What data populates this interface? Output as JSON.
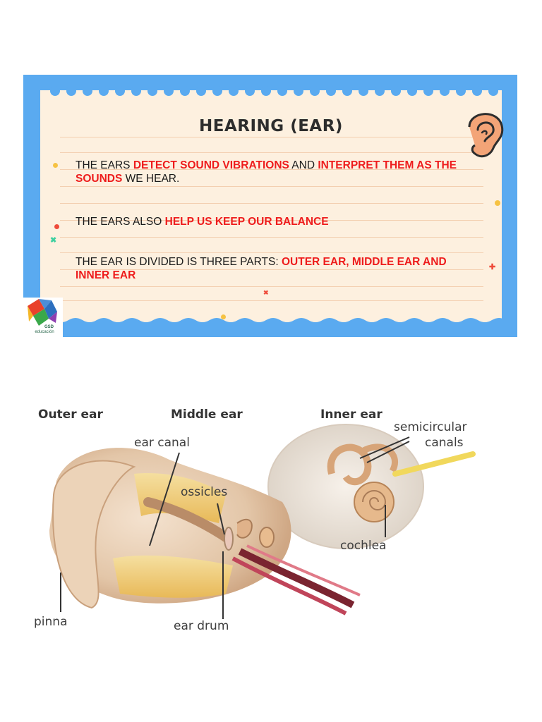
{
  "slide": {
    "title": "HEARING (EAR)",
    "bullets": [
      {
        "parts": [
          {
            "text": "THE EARS ",
            "highlight": false
          },
          {
            "text": "DETECT SOUND VIBRATIONS",
            "highlight": true
          },
          {
            "text": " AND ",
            "highlight": false
          },
          {
            "text": "INTERPRET THEM AS THE SOUNDS",
            "highlight": true
          },
          {
            "text": " WE HEAR.",
            "highlight": false
          }
        ]
      },
      {
        "parts": [
          {
            "text": "THE EARS ALSO ",
            "highlight": false
          },
          {
            "text": "HELP US KEEP OUR BALANCE",
            "highlight": true
          }
        ]
      },
      {
        "parts": [
          {
            "text": "THE EAR IS DIVIDED IS THREE PARTS: ",
            "highlight": false
          },
          {
            "text": "OUTER EAR, MIDDLE EAR AND INNER EAR",
            "highlight": true
          }
        ]
      }
    ],
    "logo": {
      "brand": "GSD",
      "subtitle": "educación"
    },
    "colors": {
      "frame": "#5aaaf0",
      "paper": "#fdf0df",
      "highlight": "#ee1c1c",
      "text": "#1a1a1a"
    }
  },
  "diagram": {
    "headings": {
      "outer": "Outer ear",
      "middle": "Middle ear",
      "inner": "Inner ear"
    },
    "labels": {
      "ear_canal": "ear canal",
      "ossicles": "ossicles",
      "semicircular": "semicircular",
      "canals": "canals",
      "cochlea": "cochlea",
      "pinna": "pinna",
      "ear_drum": "ear drum"
    }
  }
}
